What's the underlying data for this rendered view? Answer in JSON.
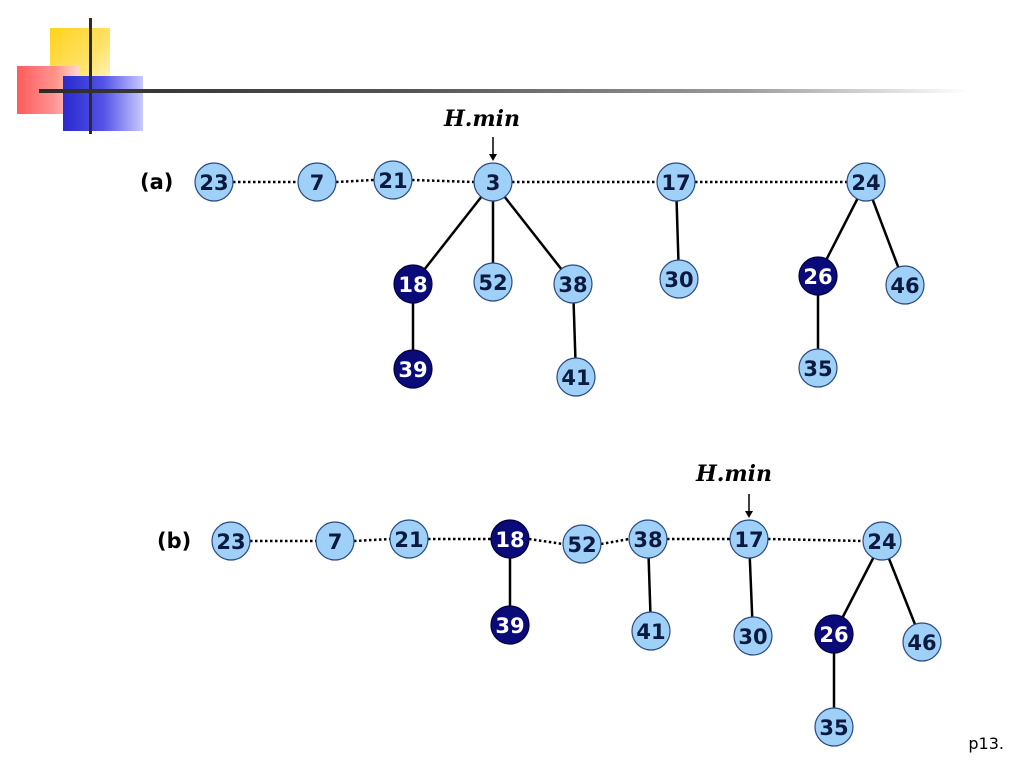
{
  "page_number": "p13.",
  "colors": {
    "light_node": "#9fd0f7",
    "dark_node": "#0a0a78",
    "light_text": "#0d1a40",
    "dark_text": "#ffffff"
  },
  "pointer_label": "H.min",
  "panel_a": {
    "label": "(a)",
    "nodes": [
      {
        "id": "a23",
        "key": "23",
        "marked": false
      },
      {
        "id": "a7",
        "key": "7",
        "marked": false
      },
      {
        "id": "a21",
        "key": "21",
        "marked": false
      },
      {
        "id": "a3",
        "key": "3",
        "marked": false
      },
      {
        "id": "a17",
        "key": "17",
        "marked": false
      },
      {
        "id": "a24",
        "key": "24",
        "marked": false
      },
      {
        "id": "a18",
        "key": "18",
        "marked": true
      },
      {
        "id": "a52",
        "key": "52",
        "marked": false
      },
      {
        "id": "a38",
        "key": "38",
        "marked": false
      },
      {
        "id": "a39",
        "key": "39",
        "marked": true
      },
      {
        "id": "a41",
        "key": "41",
        "marked": false
      },
      {
        "id": "a30",
        "key": "30",
        "marked": false
      },
      {
        "id": "a26",
        "key": "26",
        "marked": true
      },
      {
        "id": "a46",
        "key": "46",
        "marked": false
      },
      {
        "id": "a35",
        "key": "35",
        "marked": false
      }
    ],
    "root_list": [
      "a23",
      "a7",
      "a21",
      "a3",
      "a17",
      "a24"
    ],
    "child_edges": [
      [
        "a3",
        "a18"
      ],
      [
        "a3",
        "a52"
      ],
      [
        "a3",
        "a38"
      ],
      [
        "a18",
        "a39"
      ],
      [
        "a38",
        "a41"
      ],
      [
        "a17",
        "a30"
      ],
      [
        "a24",
        "a26"
      ],
      [
        "a24",
        "a46"
      ],
      [
        "a26",
        "a35"
      ]
    ],
    "min_node": "a3"
  },
  "panel_b": {
    "label": "(b)",
    "nodes": [
      {
        "id": "b23",
        "key": "23",
        "marked": false
      },
      {
        "id": "b7",
        "key": "7",
        "marked": false
      },
      {
        "id": "b21",
        "key": "21",
        "marked": false
      },
      {
        "id": "b18",
        "key": "18",
        "marked": true
      },
      {
        "id": "b52",
        "key": "52",
        "marked": false
      },
      {
        "id": "b38",
        "key": "38",
        "marked": false
      },
      {
        "id": "b17",
        "key": "17",
        "marked": false
      },
      {
        "id": "b24",
        "key": "24",
        "marked": false
      },
      {
        "id": "b39",
        "key": "39",
        "marked": true
      },
      {
        "id": "b41",
        "key": "41",
        "marked": false
      },
      {
        "id": "b30",
        "key": "30",
        "marked": false
      },
      {
        "id": "b26",
        "key": "26",
        "marked": true
      },
      {
        "id": "b46",
        "key": "46",
        "marked": false
      },
      {
        "id": "b35",
        "key": "35",
        "marked": false
      }
    ],
    "root_list": [
      "b23",
      "b7",
      "b21",
      "b18",
      "b52",
      "b38",
      "b17",
      "b24"
    ],
    "child_edges": [
      [
        "b18",
        "b39"
      ],
      [
        "b38",
        "b41"
      ],
      [
        "b17",
        "b30"
      ],
      [
        "b24",
        "b26"
      ],
      [
        "b24",
        "b46"
      ],
      [
        "b26",
        "b35"
      ]
    ],
    "min_node": "b17"
  }
}
